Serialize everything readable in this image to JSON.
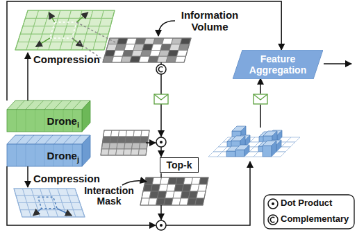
{
  "diagram": {
    "nodes": [
      {
        "text": [
          "Drone",
          "i"
        ]
      },
      {
        "text": [
          "Drone",
          "j"
        ]
      },
      {
        "text": [
          "Top-k"
        ]
      },
      {
        "text": [
          "Feature Aggregation"
        ]
      }
    ],
    "edges": [
      {
        "from": 0,
        "to": 3,
        "arrow": "to"
      }
    ],
    "labels": [
      "Compression",
      "Information Volume",
      "Compression",
      "Interaction Mask"
    ],
    "legend": [
      {
        "text": "Dot Product"
      },
      {
        "text": "Complementary"
      }
    ]
  }
}
